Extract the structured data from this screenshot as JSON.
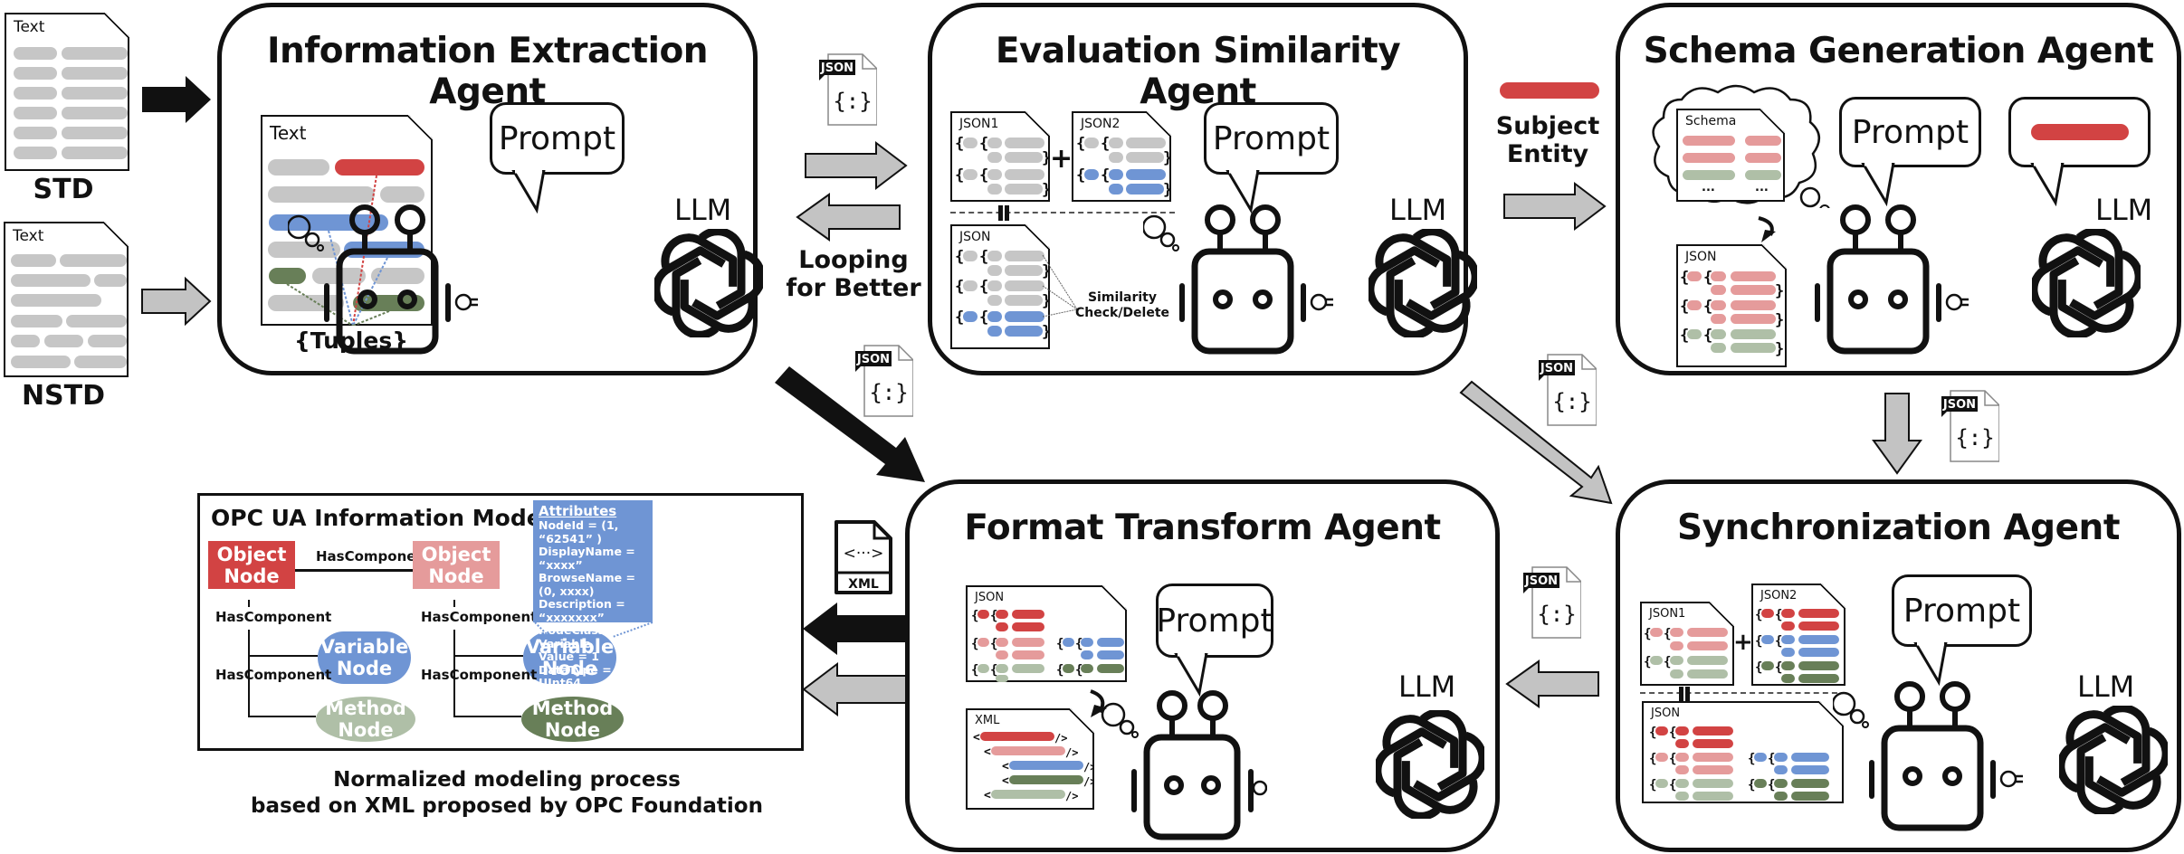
{
  "inputs": {
    "std": {
      "doc_label": "Text",
      "caption": "STD"
    },
    "nstd": {
      "doc_label": "Text",
      "caption": "NSTD"
    }
  },
  "agents": {
    "information_extraction": {
      "title": "Information Extraction Agent",
      "doc_label": "Text",
      "tuples_label": "{Tuples}",
      "prompt": "Prompt",
      "llm": "LLM"
    },
    "evaluation_similarity": {
      "title": "Evaluation Similarity Agent",
      "json1_label": "JSON1",
      "json2_label": "JSON2",
      "merged_label": "JSON",
      "plus": "+",
      "equals": "=",
      "check_label_line1": "Similarity",
      "check_label_line2": "Check/Delete",
      "prompt": "Prompt",
      "llm": "LLM"
    },
    "schema_generation": {
      "title": "Schema Generation Agent",
      "schema_label": "Schema",
      "ellipsis": "...",
      "json_label": "JSON",
      "prompt": "Prompt",
      "llm": "LLM"
    },
    "format_transform": {
      "title": "Format Transform Agent",
      "json_label": "JSON",
      "xml_label": "XML",
      "xml_open": "<",
      "xml_close": "/>",
      "prompt": "Prompt",
      "llm": "LLM"
    },
    "synchronization": {
      "title": "Synchronization Agent",
      "json1_label": "JSON1",
      "json2_label": "JSON2",
      "merged_label": "JSON",
      "plus": "+",
      "prompt": "Prompt",
      "llm": "LLM"
    }
  },
  "connectors": {
    "looping_line1": "Looping",
    "looping_line2": "for Better",
    "subject_line1": "Subject",
    "subject_line2": "Entity",
    "json_badge": "JSON",
    "json_glyph": "{:}",
    "xml_badge": "XML",
    "xml_glyph": "<···>"
  },
  "opc_model": {
    "title": "OPC UA Information Model",
    "object_node": "Object Node",
    "variable_node": "Variable Node",
    "method_node": "Method Node",
    "relation": "HasComponent",
    "attributes": {
      "heading": "Attributes",
      "lines": [
        "NodeId = (1, “62541” )",
        "DisplayName =  “xxxx”",
        "BrowseName = (0, xxxx)",
        "Description =  “xxxxxxx”",
        "NodeClass = Variable",
        "Value = 1",
        "DataType = UInt64"
      ]
    },
    "caption_line1": "Normalized modeling process",
    "caption_line2": "based on XML proposed by OPC Foundation"
  },
  "colors": {
    "red": "#d24343",
    "pink": "#e59b9b",
    "blue": "#6f95d4",
    "dark_green": "#687f58",
    "light_green": "#afbfa7",
    "gray": "#c6c6c6"
  }
}
